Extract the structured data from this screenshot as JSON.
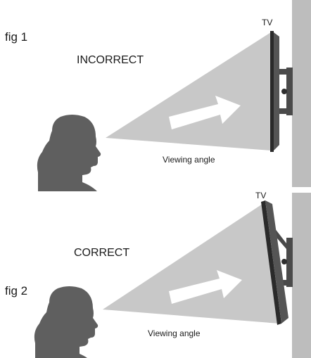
{
  "panels": [
    {
      "fig_label": "fig 1",
      "status": "INCORRECT",
      "tv_label": "TV",
      "angle_caption": "Viewing angle"
    },
    {
      "fig_label": "fig 2",
      "status": "CORRECT",
      "tv_label": "TV",
      "angle_caption": "Viewing angle"
    }
  ],
  "colors": {
    "viewing_cone": "#c8c8c8",
    "wall": "#bdbdbd",
    "tv_body": "#4a4a4a",
    "head_silhouette": "#5f5f5f",
    "arrow": "#ffffff"
  }
}
